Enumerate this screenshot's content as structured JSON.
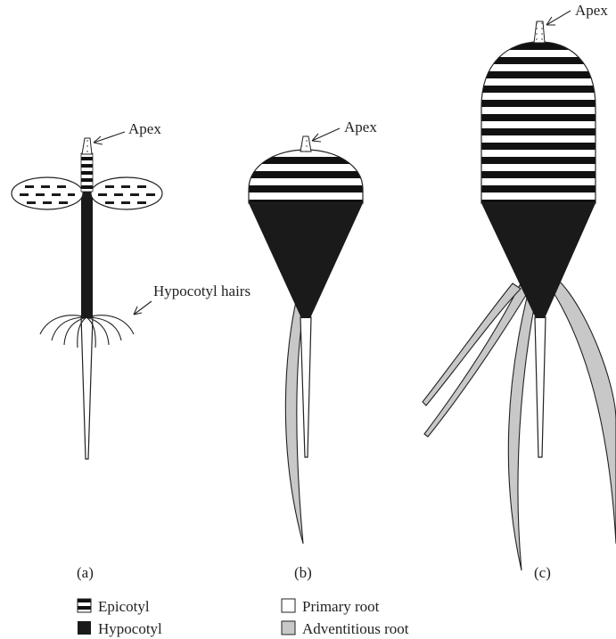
{
  "labels": {
    "apex": "Apex",
    "hypocotyl_hairs": "Hypocotyl hairs"
  },
  "panels": [
    "(a)",
    "(b)",
    "(c)"
  ],
  "legend": [
    {
      "label": "Epicotyl",
      "pattern": "striped"
    },
    {
      "label": "Hypocotyl",
      "pattern": "solid-black"
    },
    {
      "label": "Primary root",
      "pattern": "white"
    },
    {
      "label": "Adventitious root",
      "pattern": "grey"
    }
  ],
  "colors": {
    "ink": "#1a1a1a",
    "adventitious_root": "#c8c8c8",
    "primary_root": "#ffffff"
  }
}
